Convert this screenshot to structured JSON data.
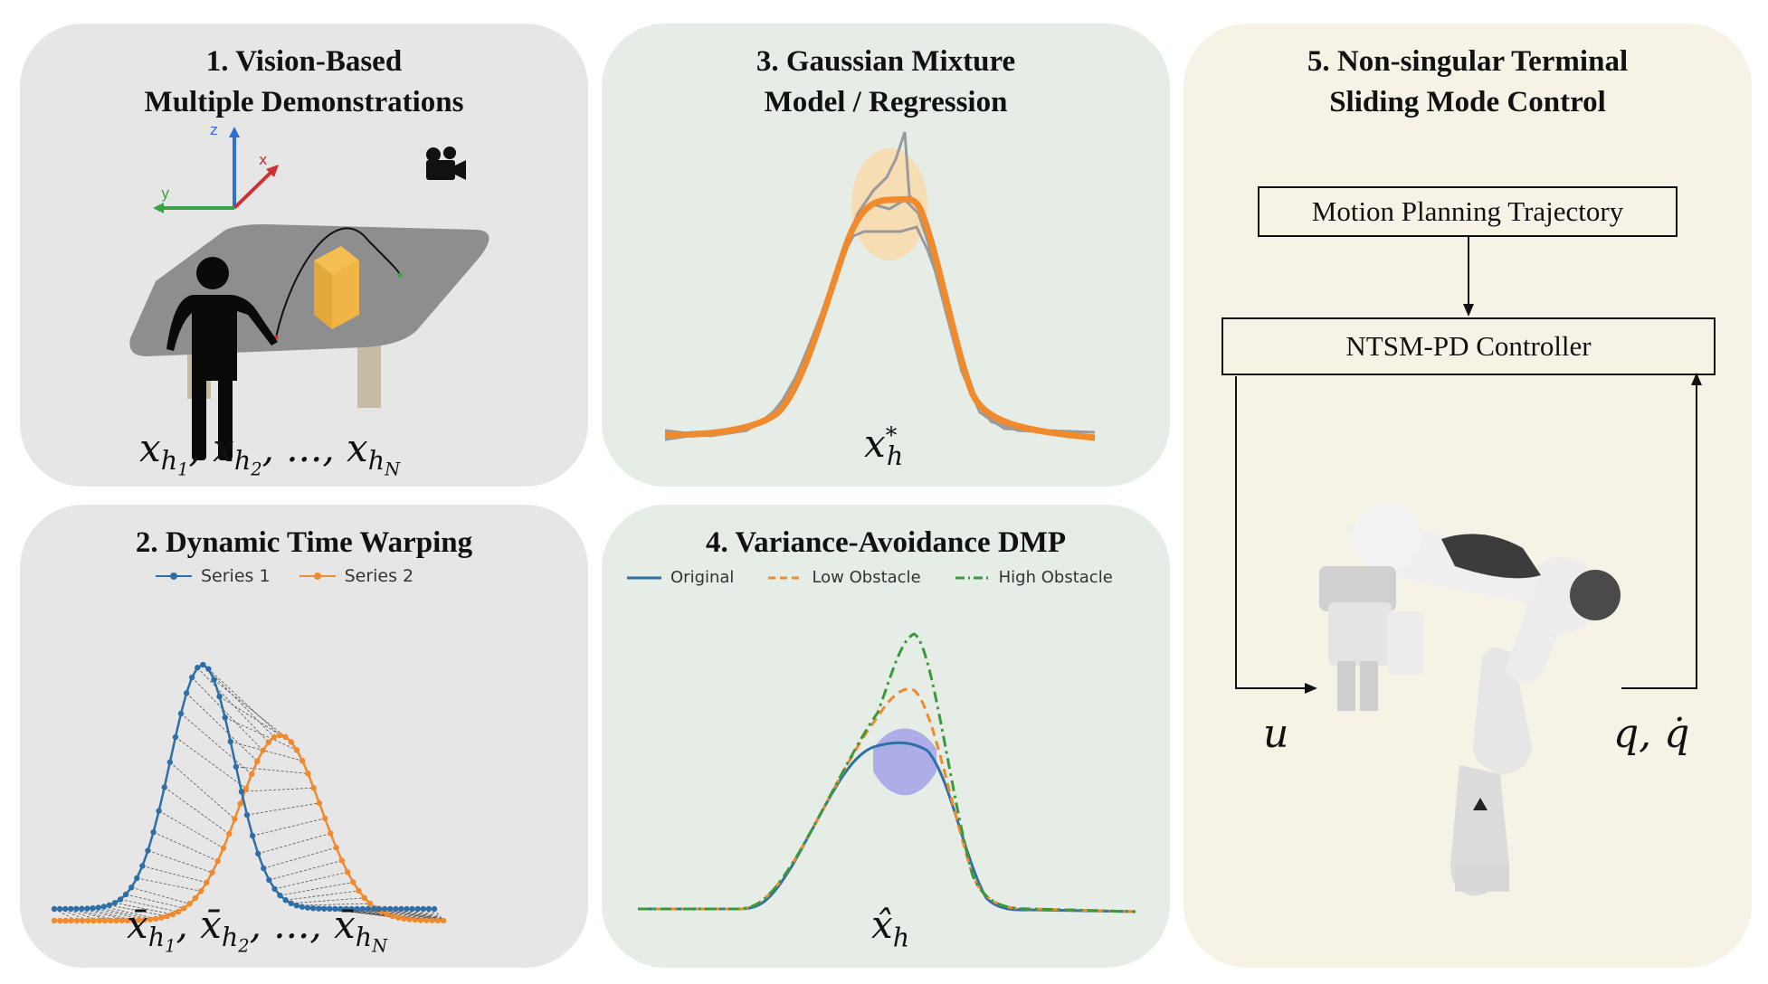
{
  "panel1": {
    "title_line1": "1. Vision-Based",
    "title_line2": "Multiple Demonstrations",
    "axis_z": "z",
    "axis_x": "x",
    "axis_y": "y",
    "formula": {
      "x1": "x",
      "s1": "h",
      "i1": "1",
      "x2": "x",
      "s2": "h",
      "i2": "2",
      "dots": "...",
      "x3": "x",
      "s3": "h",
      "i3": "N"
    }
  },
  "panel2": {
    "title": "2. Dynamic Time Warping",
    "legend": [
      "Series 1",
      "Series 2"
    ],
    "colors": {
      "series1": "#2e6fa8",
      "series2": "#f08a2c"
    },
    "formula": {
      "x1": "x̄",
      "s1": "h",
      "i1": "1",
      "x2": "x̄",
      "s2": "h",
      "i2": "2",
      "dots": "...",
      "x3": "x̄",
      "s3": "h",
      "i3": "N"
    }
  },
  "panel3": {
    "title_line1": "3. Gaussian Mixture",
    "title_line2": "Model / Regression",
    "formula": {
      "x": "x",
      "sup": "*",
      "sub": "h"
    },
    "colors": {
      "regression": "#f08a2c",
      "demos": "#9a9a9a",
      "variance": "#fbd9a8"
    }
  },
  "panel4": {
    "title": "4. Variance-Avoidance DMP",
    "legend": [
      "Original",
      "Low Obstacle",
      "High Obstacle"
    ],
    "colors": {
      "original": "#2e6fa8",
      "low": "#f08a2c",
      "high": "#3a9a3a",
      "variance": "#9a9ae8"
    },
    "formula": {
      "x": "x̂",
      "sub": "h"
    }
  },
  "panel5": {
    "title_line1": "5. Non-singular Terminal",
    "title_line2": "Sliding Mode Control",
    "box_top": "Motion Planning Trajectory",
    "box_controller": "NTSM-PD Controller",
    "label_u": "u",
    "label_q": "q, q̇"
  }
}
